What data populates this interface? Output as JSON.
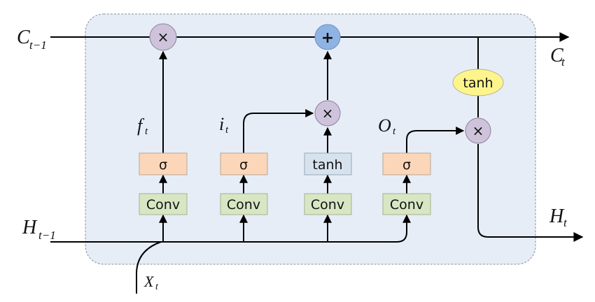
{
  "diagram": {
    "title": "ConvLSTM cell",
    "inputs": {
      "cell_prev": {
        "main": "C",
        "sub": "t−1"
      },
      "hidden_prev": {
        "main": "H",
        "sub": "t−1"
      },
      "input": {
        "main": "X",
        "sub": "t"
      }
    },
    "outputs": {
      "cell": {
        "main": "C",
        "sub": "t"
      },
      "hidden": {
        "main": "H",
        "sub": "t"
      }
    },
    "gates": {
      "forget": {
        "main": "f",
        "sub": "t"
      },
      "input": {
        "main": "i",
        "sub": "t"
      },
      "output": {
        "main": "O",
        "sub": "t"
      }
    },
    "blocks": {
      "sigma": "σ",
      "tanh": "tanh",
      "conv": "Conv"
    },
    "operators": {
      "multiply": "×",
      "add": "+"
    },
    "colors": {
      "cell_bg": "#e6edf7",
      "sigma_fill": "#fbd6b8",
      "tanh_fill": "#d7e2ef",
      "conv_fill": "#d8e6c4",
      "multiply_fill": "#cfc3dc",
      "add_fill": "#8fb4e3",
      "tanh_ellipse_fill": "#fdf58c"
    }
  }
}
